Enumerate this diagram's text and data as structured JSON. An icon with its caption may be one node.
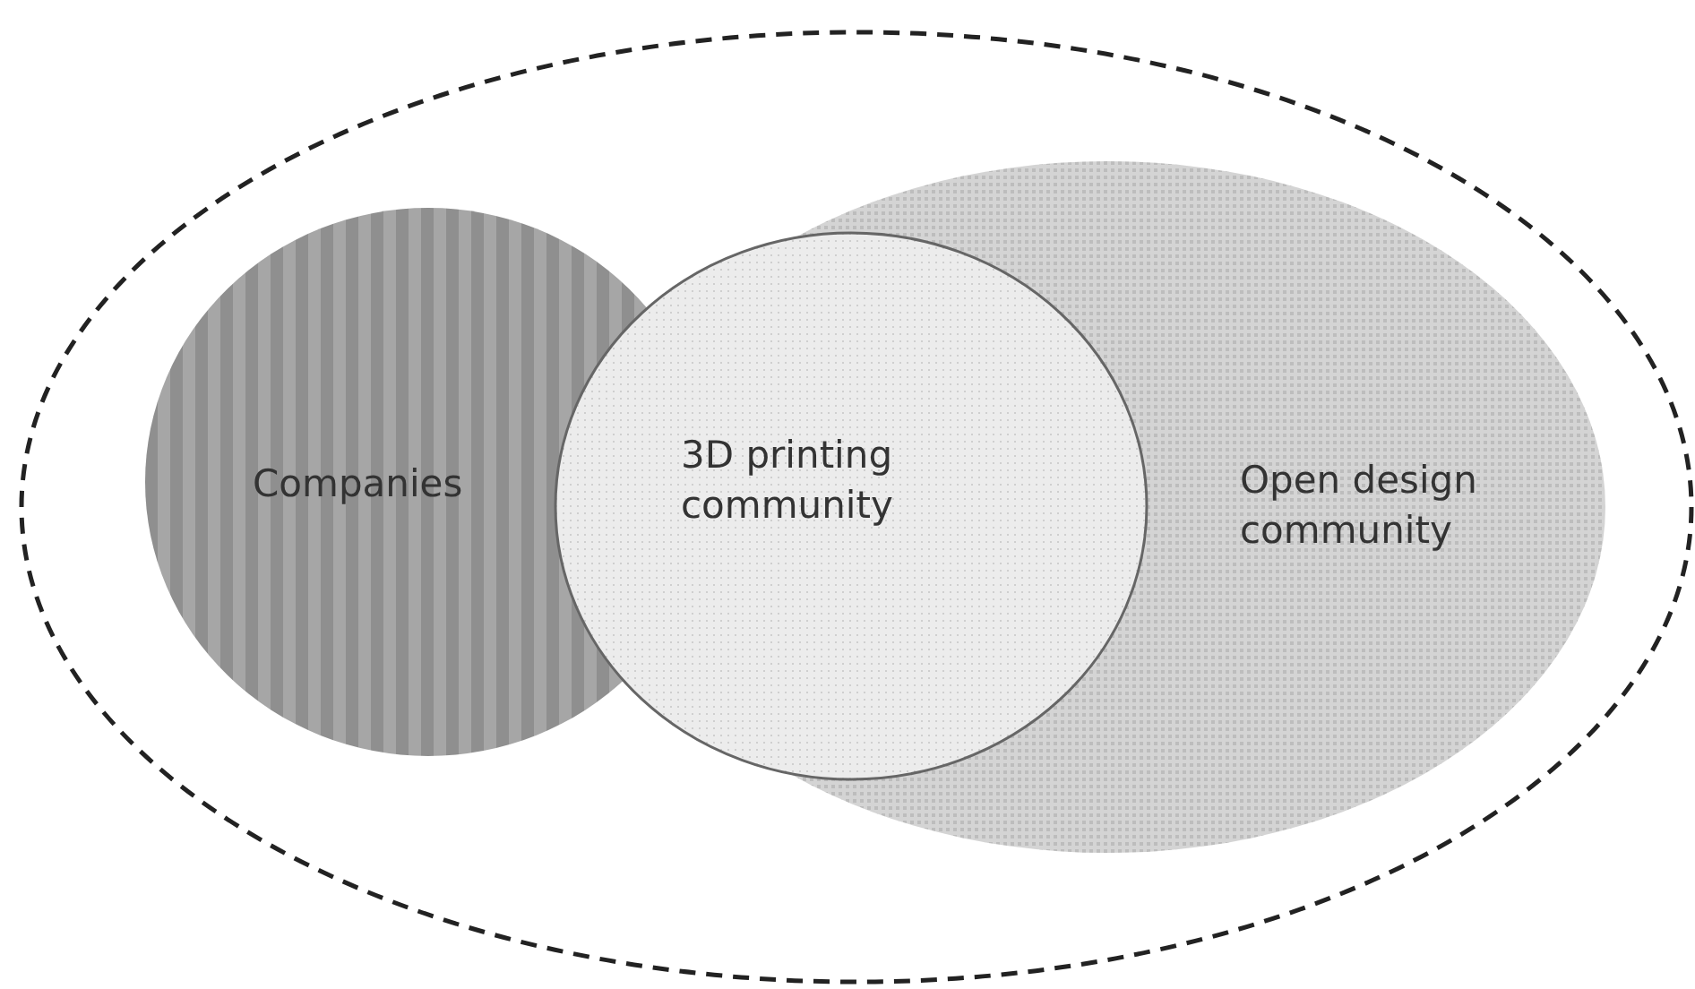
{
  "diagram": {
    "nodes": [
      {
        "text": [],
        "shape": "ellipse"
      },
      {
        "text": [
          "Companies"
        ],
        "in": 0
      },
      {
        "text": [
          "3D printing community"
        ],
        "in": 0
      },
      {
        "text": [
          "Open design community"
        ],
        "in": 0
      }
    ]
  }
}
